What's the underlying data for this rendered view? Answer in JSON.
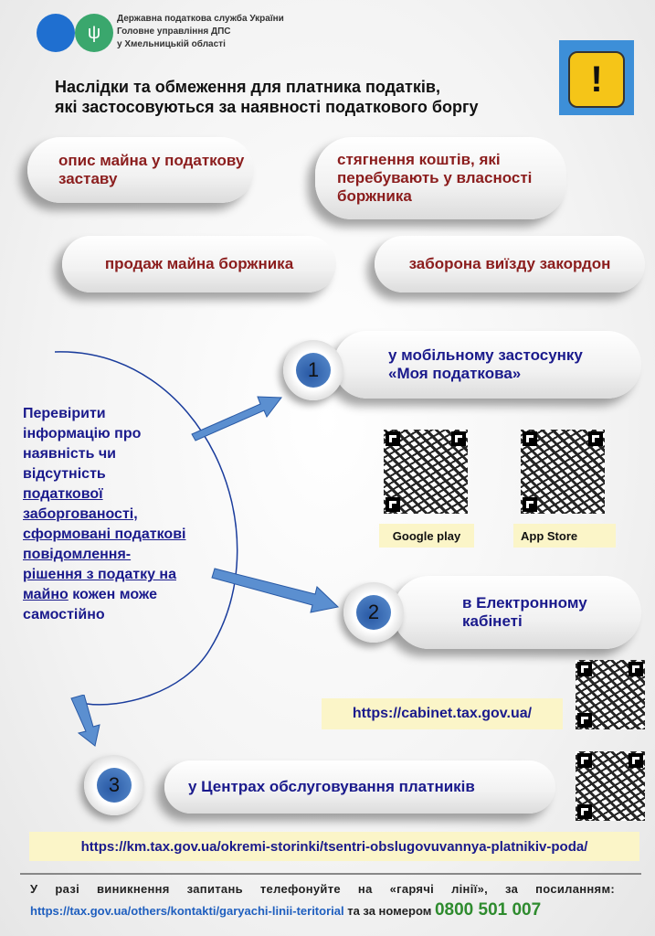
{
  "header": {
    "org_line1": "Державна податкова служба України",
    "org_line2": "Головне управління ДПС",
    "org_line3": "у Хмельницькій області"
  },
  "title": {
    "line1": "Наслідки та обмеження для платника податків,",
    "line2": "які застосовуються за наявності податкового боргу"
  },
  "consequences": [
    "опис майна у податкову заставу",
    "стягнення коштів, які перебувають у власності боржника",
    "продаж майна боржника",
    "заборона виїзду закордон"
  ],
  "left_text": {
    "part1": "Перевірити інформацію про наявність чи відсутність ",
    "link1": "податкової заборгованості, сформовані податкові повідомлення-рішення з податку на майно",
    "part2": " кожен може самостійно"
  },
  "options": [
    {
      "number": "1",
      "label": "у мобільному застосунку «Моя податкова»"
    },
    {
      "number": "2",
      "label": "в Електронному кабінеті"
    },
    {
      "number": "3",
      "label": "у Центрах обслуговування платників"
    }
  ],
  "stores": {
    "google": "Google play",
    "apple": "App Store"
  },
  "links": {
    "cabinet": "https://cabinet.tax.gov.ua/",
    "centers": "https://km.tax.gov.ua/okremi-storinki/tsentri-obslugovuvannya-platnikiv-poda/"
  },
  "footer": {
    "text": "У разі виникнення запитань телефонуйте на «гарячі лінії», за посиланням:",
    "link": "https://tax.gov.ua/others/kontakti/garyachi-linii-teritorial",
    "middle": " та за номером ",
    "phone": "0800 501 007"
  },
  "colors": {
    "navy": "#1a1a8c",
    "red": "#8b1d1d",
    "green": "#2e8b2e",
    "logo_blue": "#1f6fd0",
    "logo_green": "#3aa76d",
    "warning_yellow": "#f5c518"
  }
}
